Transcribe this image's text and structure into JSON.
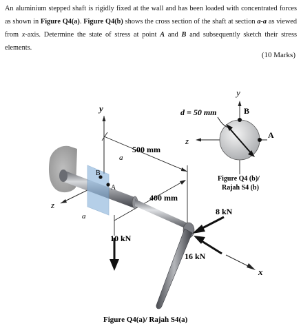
{
  "problem": {
    "s1": "An aluminium stepped shaft is rigidly fixed at the wall and has been loaded with concentrated forces as shown in ",
    "fig_a_ref": "Figure Q4(a)",
    "s2": ". ",
    "fig_b_ref": "Figure Q4(b)",
    "s3": " shows the cross section of the shaft at section ",
    "section": "a-a",
    "s4": " as viewed from ",
    "axis": "x",
    "s5": "-axis. Determine the state of stress at point ",
    "pointA": "A",
    "s6": " and ",
    "pointB": "B",
    "s7": " and subsequently sketch their stress elements."
  },
  "marks": "(10 Marks)",
  "figure_a": {
    "y_axis": "y",
    "z_axis": "z",
    "x_axis": "x",
    "section_a_top": "a",
    "section_a_bottom": "a",
    "point_b": "B",
    "point_a": "A",
    "dim_500": "500 mm",
    "dim_400": "400 mm",
    "force_10": "10 kN",
    "force_16": "16 kN",
    "force_8": "8 kN",
    "caption": "Figure Q4(a)/ Rajah S4(a)"
  },
  "figure_b": {
    "diameter": "d = 50 mm",
    "y_axis": "y",
    "z_axis": "z",
    "point_b": "B",
    "point_a": "A",
    "caption_line1": "Figure Q4 (b)/",
    "caption_line2": "Rajah S4 (b)"
  }
}
